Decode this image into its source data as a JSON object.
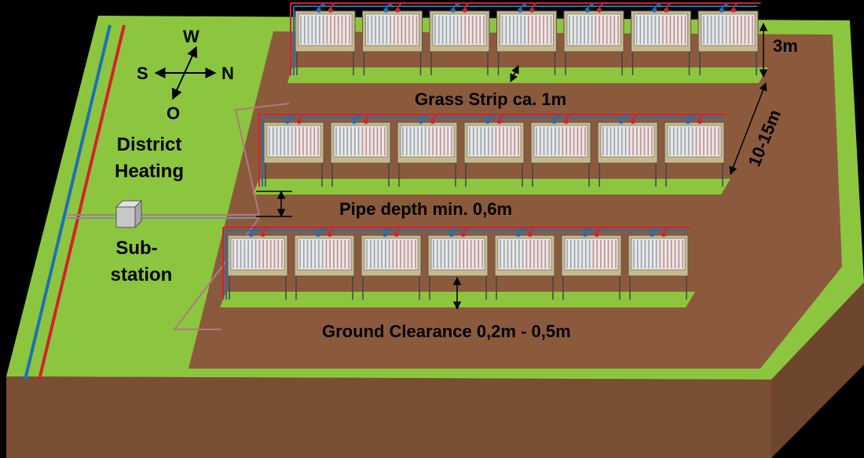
{
  "labels": {
    "compass_w": "W",
    "compass_s": "S",
    "compass_n": "N",
    "compass_o": "O",
    "district_line1": "District",
    "district_line2": "Heating",
    "sub_line1": "Sub-",
    "sub_line2": "station",
    "spacing_top": "3m",
    "row_spacing": "10-15m",
    "grass_strip": "Grass Strip ca. 1m",
    "pipe_depth": "Pipe depth min. 0,6m",
    "ground_clearance": "Ground Clearance 0,2m - 0,5m"
  },
  "rows": [
    {
      "collectors": 7
    },
    {
      "collectors": 7
    },
    {
      "collectors": 7
    }
  ],
  "colors": {
    "grass": "#8cc63f",
    "soil": "#8b5a3c",
    "soil_side": "#7a4e33",
    "supply_pipe": "#d2232a",
    "return_pipe": "#1f6fb5",
    "collector_frame": "#c9b98a"
  }
}
